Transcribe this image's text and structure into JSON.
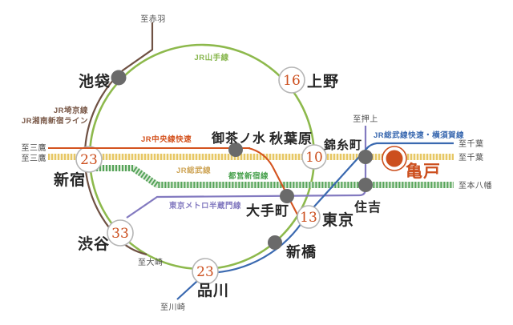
{
  "map_type": "railway-route-diagram",
  "lines": {
    "yamanote": {
      "label": "JR山手線",
      "color": "#8db94c"
    },
    "saikyo": {
      "label": "JR埼京線",
      "color": "#6f5143"
    },
    "shonan": {
      "label": "JR湘南新宿ライン",
      "color": "#6f5143"
    },
    "chuo_rapid": {
      "label": "JR中央線快速",
      "color": "#d4531f"
    },
    "sobu_local": {
      "label": "JR総武線",
      "color": "#cfa659",
      "stripe": "#e7c765",
      "stripe_bg": "#f7eecd"
    },
    "toei_shinjuku": {
      "label": "都営新宿線",
      "color": "#4aa24f",
      "stripe": "#54a359",
      "stripe_bg": "#dbead7"
    },
    "hanzomon": {
      "label": "東京メトロ半蔵門線",
      "color": "#837ac0"
    },
    "sobu_rapid": {
      "label": "JR総武線快速・横須賀線",
      "color": "#3a69b0"
    }
  },
  "stations": {
    "ikebukuro": "池袋",
    "ueno": "上野",
    "shinjuku": "新宿",
    "shibuya": "渋谷",
    "shinagawa": "品川",
    "shimbashi": "新橋",
    "tokyo": "東京",
    "otemachi": "大手町",
    "ochanomizu": "御茶ノ水",
    "akihabara": "秋葉原",
    "kinshicho": "錦糸町",
    "sumiyoshi": "住吉",
    "kameido": "亀戸"
  },
  "travel_times": {
    "shinjuku": "23",
    "ueno": "16",
    "akihabara": "10",
    "tokyo": "13",
    "shibuya": "33",
    "shinagawa": "23"
  },
  "directions": {
    "akabane": "至赤羽",
    "mitaka_chuo": "至三鷹",
    "mitaka_sobu": "至三鷹",
    "oshiage": "至押上",
    "chiba_rapid": "至千葉",
    "chiba_local": "至千葉",
    "motoyawata": "至本八幡",
    "osaki": "至大崎",
    "kawasaki": "至川崎"
  },
  "highlight": {
    "station": "亀戸",
    "marker_color": "#cc4f1e"
  },
  "palette": {
    "station_dot": "#6a6a6a",
    "badge_border": "#b5b5b5",
    "badge_fill": "#ffffff",
    "badge_number": "#cc4f1e",
    "direction_text": "#4f4f4f",
    "station_text": "#262626",
    "background": "#ffffff"
  }
}
